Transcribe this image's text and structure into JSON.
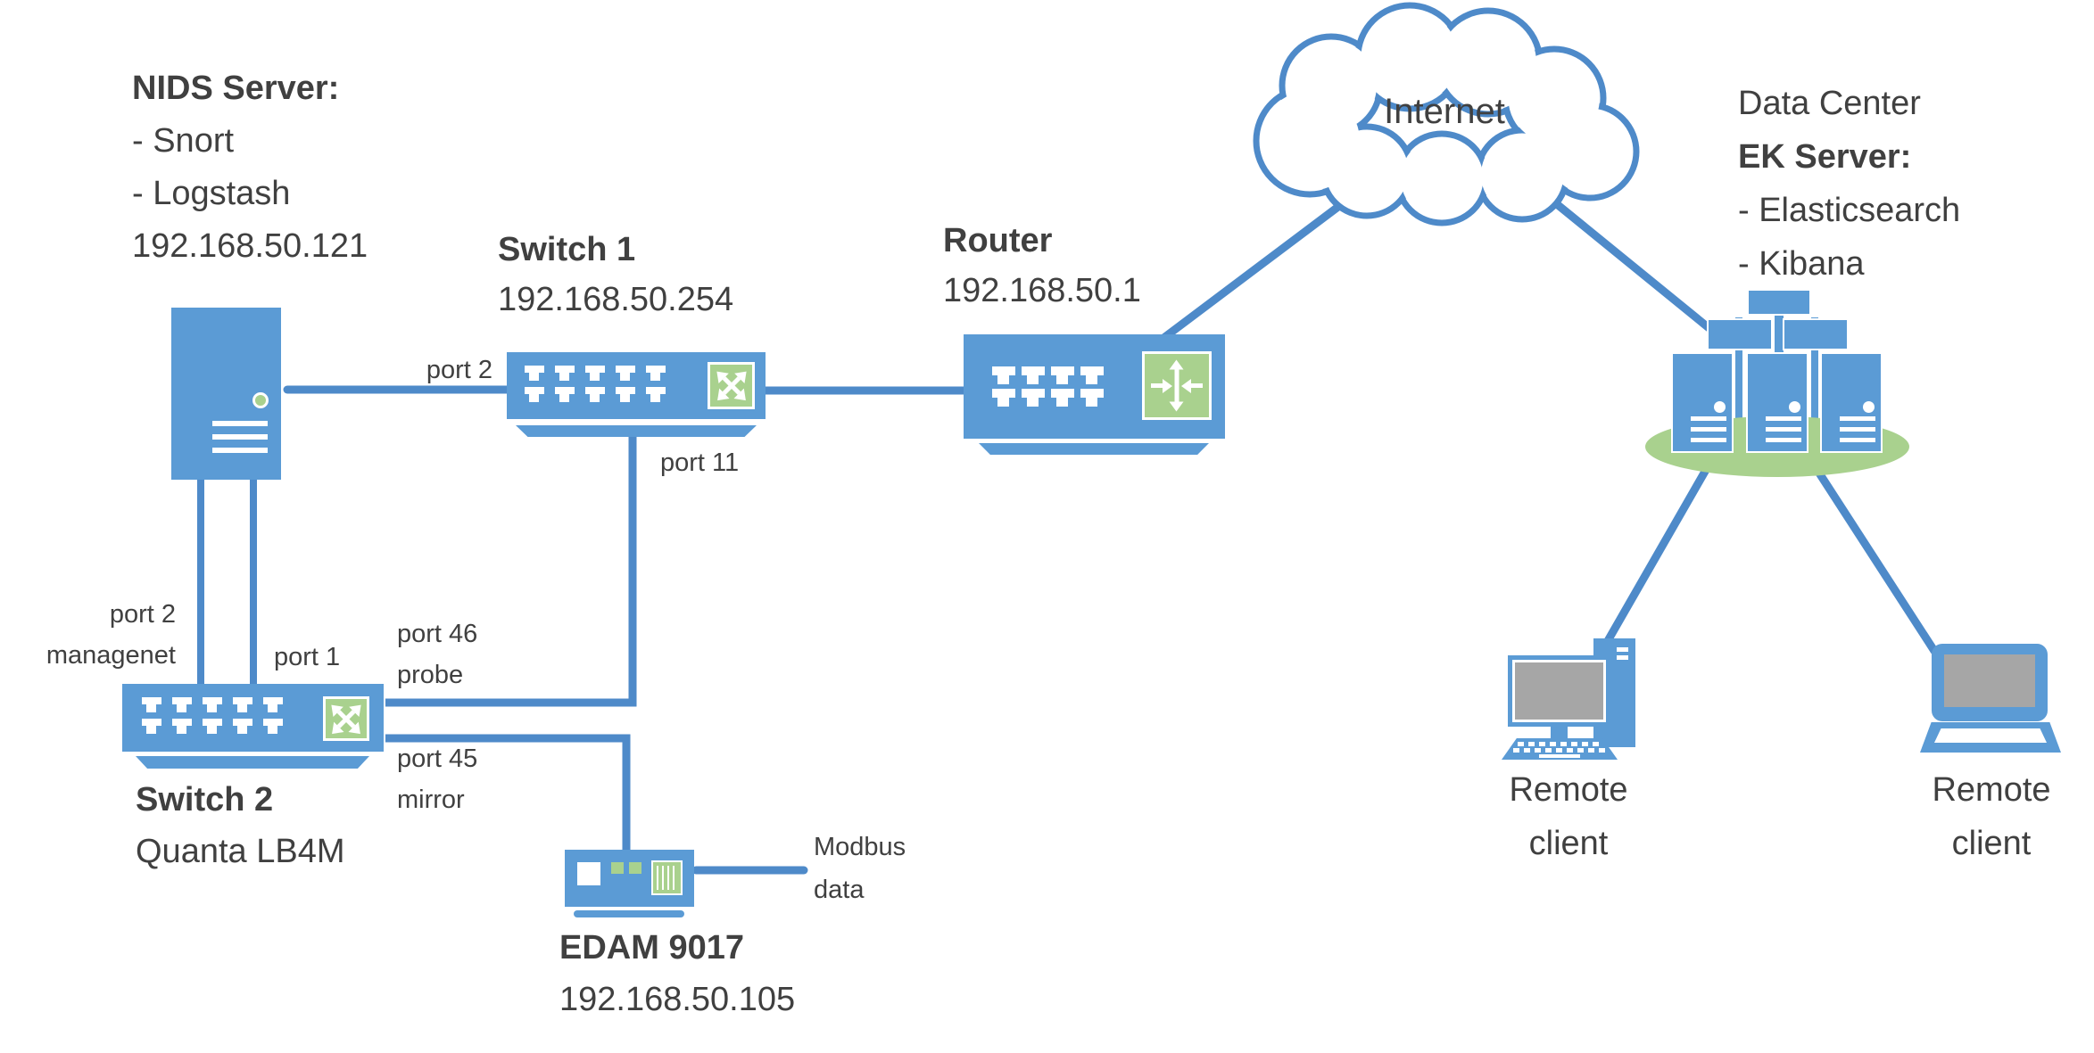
{
  "colors": {
    "node_blue": "#5b9bd5",
    "line_blue": "#4e8ac9",
    "accent_green": "#a9d18e",
    "screen_gray": "#a6a6a6",
    "text": "#404040"
  },
  "nids": {
    "title": "NIDS Server:",
    "item1": "- Snort",
    "item2": "- Logstash",
    "ip": "192.168.50.121"
  },
  "switch1": {
    "title": "Switch 1",
    "ip": "192.168.50.254"
  },
  "router": {
    "title": "Router",
    "ip": "192.168.50.1"
  },
  "internet": {
    "label": "Internet"
  },
  "datacenter": {
    "location": "Data Center",
    "title": "EK Server:",
    "item1": "- Elasticsearch",
    "item2": "- Kibana"
  },
  "switch2": {
    "title": "Switch 2",
    "model": "Quanta LB4M"
  },
  "edam": {
    "title": "EDAM 9017",
    "ip": "192.168.50.105"
  },
  "client1": {
    "line1": "Remote",
    "line2": "client"
  },
  "client2": {
    "line1": "Remote",
    "line2": "client"
  },
  "links": {
    "nids_switch1": "port 2",
    "switch1_trunk": "port 11",
    "mgmt_line1": "port 2",
    "mgmt_line2": "managenet",
    "nids_switch2": "port 1",
    "probe_line1": "port 46",
    "probe_line2": "probe",
    "mirror_line1": "port 45",
    "mirror_line2": "mirror",
    "modbus_line1": "Modbus",
    "modbus_line2": "data"
  }
}
